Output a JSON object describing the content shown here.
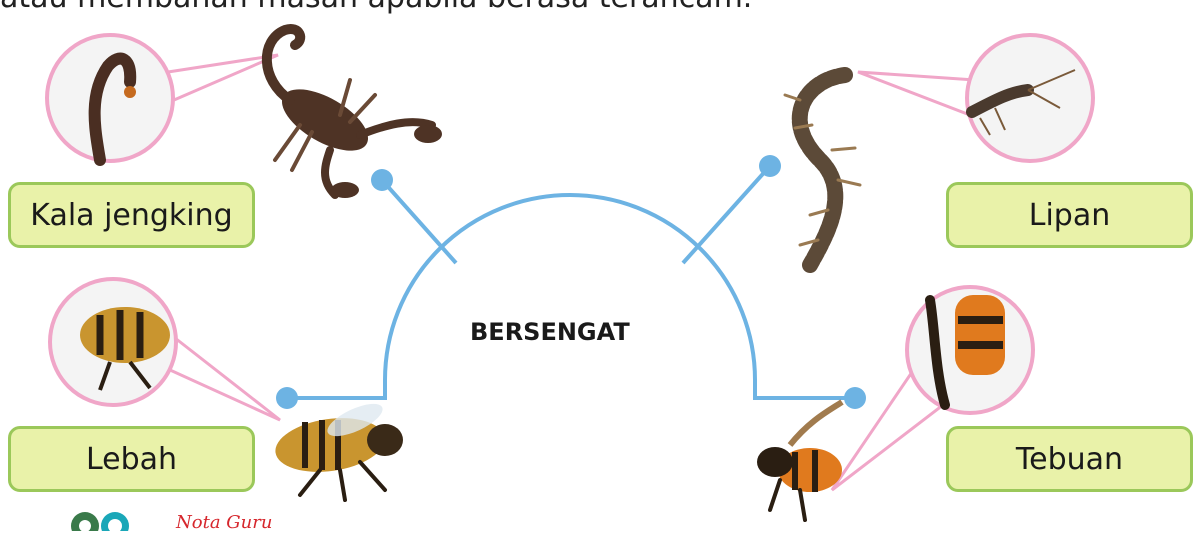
{
  "intro_text": "atau membahan masan apabila berasa terancam.",
  "center_label": "BERSENGAT",
  "nodes": {
    "scorpion": {
      "label": "Kala jengking",
      "icon": "scorpion-icon"
    },
    "centipede": {
      "label": "Lipan",
      "icon": "centipede-icon"
    },
    "bee": {
      "label": "Lebah",
      "icon": "bee-icon"
    },
    "hornet": {
      "label": "Tebuan",
      "icon": "hornet-icon"
    }
  },
  "logo_text": "Nota Guru",
  "colors": {
    "connector": "#6db3e3",
    "callout": "#f0a6c8",
    "label_fill": "#e9f2a9",
    "label_border": "#9bc85a",
    "logo_text": "#d6262c"
  }
}
